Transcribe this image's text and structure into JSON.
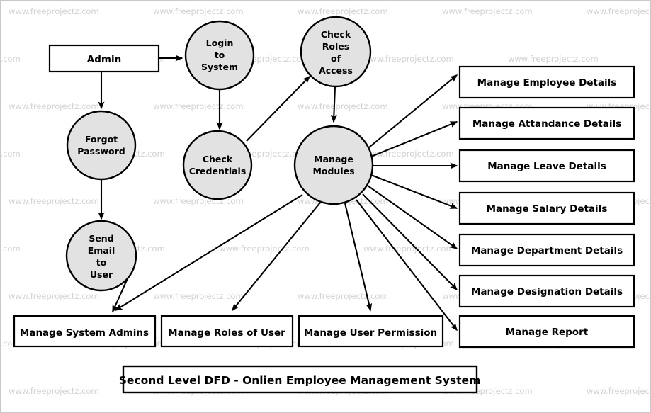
{
  "page": {
    "title": "Second Level DFD - Onlien Employee Management System",
    "background_color": "#ffffff",
    "process_fill_color": "#e2e2e2",
    "stroke_color": "#000000",
    "watermark_color": "#d2d2d2",
    "watermark_text": "www.freeprojectz.com"
  },
  "diagram": {
    "type": "data-flow-diagram",
    "level": "Second Level DFD",
    "system_name": "Onlien Employee Management System",
    "external_entities": [
      {
        "id": "admin",
        "label": "Admin"
      }
    ],
    "processes": [
      {
        "id": "login_to_system",
        "lines": [
          "Login",
          "to",
          "System"
        ]
      },
      {
        "id": "check_roles_of_access",
        "lines": [
          "Check",
          "Roles",
          "of",
          "Access"
        ]
      },
      {
        "id": "forgot_password",
        "lines": [
          "Forgot",
          "Password"
        ]
      },
      {
        "id": "check_credentials",
        "lines": [
          "Check",
          "Credentials"
        ]
      },
      {
        "id": "manage_modules",
        "lines": [
          "Manage",
          "Modules"
        ]
      },
      {
        "id": "send_email_to_user",
        "lines": [
          "Send",
          "Email",
          "to",
          "User"
        ]
      }
    ],
    "module_boxes": [
      {
        "id": "manage_employee_details",
        "label": "Manage Employee Details"
      },
      {
        "id": "manage_attandance_details",
        "label": "Manage Attandance Details"
      },
      {
        "id": "manage_leave_details",
        "label": "Manage Leave Details"
      },
      {
        "id": "manage_salary_details",
        "label": "Manage Salary Details"
      },
      {
        "id": "manage_department_details",
        "label": "Manage Department Details"
      },
      {
        "id": "manage_designation_details",
        "label": "Manage Designation Details"
      },
      {
        "id": "manage_report",
        "label": "Manage Report"
      }
    ],
    "bottom_boxes": [
      {
        "id": "manage_system_admins",
        "label": "Manage System Admins"
      },
      {
        "id": "manage_roles_of_user",
        "label": "Manage Roles of User"
      },
      {
        "id": "manage_user_permission",
        "label": "Manage User Permission"
      }
    ],
    "flows": [
      {
        "from": "admin",
        "to": "login_to_system"
      },
      {
        "from": "admin",
        "to": "forgot_password"
      },
      {
        "from": "login_to_system",
        "to": "check_credentials"
      },
      {
        "from": "check_credentials",
        "to": "check_roles_of_access"
      },
      {
        "from": "check_roles_of_access",
        "to": "manage_modules"
      },
      {
        "from": "forgot_password",
        "to": "send_email_to_user"
      },
      {
        "from": "send_email_to_user",
        "to": "manage_system_admins"
      },
      {
        "from": "manage_modules",
        "to": "manage_employee_details"
      },
      {
        "from": "manage_modules",
        "to": "manage_attandance_details"
      },
      {
        "from": "manage_modules",
        "to": "manage_leave_details"
      },
      {
        "from": "manage_modules",
        "to": "manage_salary_details"
      },
      {
        "from": "manage_modules",
        "to": "manage_department_details"
      },
      {
        "from": "manage_modules",
        "to": "manage_designation_details"
      },
      {
        "from": "manage_modules",
        "to": "manage_report"
      },
      {
        "from": "manage_modules",
        "to": "manage_system_admins"
      },
      {
        "from": "manage_modules",
        "to": "manage_roles_of_user"
      },
      {
        "from": "manage_modules",
        "to": "manage_user_permission"
      }
    ]
  }
}
